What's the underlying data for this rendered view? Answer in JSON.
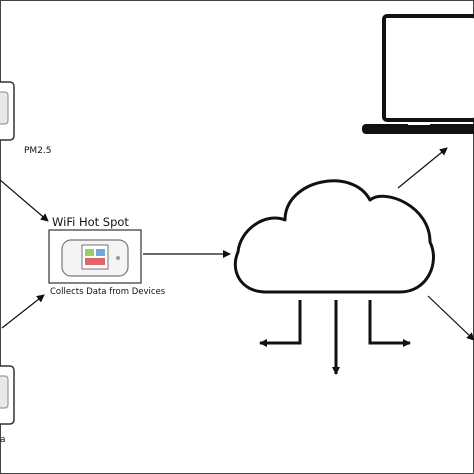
{
  "labels": {
    "sensor_top": "PM2.5",
    "hotspot_title": "WiFi Hot Spot",
    "hotspot_caption": "Collects Data from Devices",
    "sensor_bottom": "a"
  },
  "colors": {
    "line": "#111111",
    "frame": "#333333",
    "hotspot_screen_green": "#9ccc65",
    "hotspot_screen_blue": "#6fa8dc",
    "hotspot_screen_red": "#e06666"
  },
  "icons": [
    "sensor-device",
    "mobile-hotspot",
    "cloud",
    "laptop",
    "arrow"
  ]
}
